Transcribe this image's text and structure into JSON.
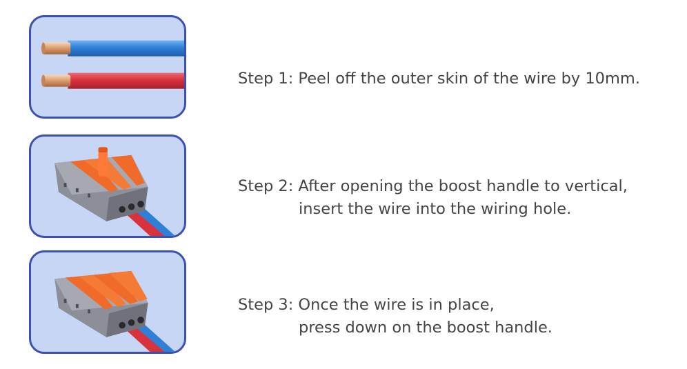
{
  "steps": [
    {
      "line1": "Step 1: Peel off the outer skin of the wire by 10mm.",
      "line2": "",
      "image": "two-stripped-wires"
    },
    {
      "line1": "Step 2: After opening the boost handle to vertical,",
      "line2": "insert the wire into the wiring hole.",
      "image": "connector-lever-open"
    },
    {
      "line1": "Step 3: Once the wire is in place,",
      "line2": "press down on the boost handle.",
      "image": "connector-lever-closed"
    }
  ],
  "colors": {
    "tile_border": "#3b50b3",
    "tile_background": "#c7d6f4",
    "wire_blue": "#2f7fd6",
    "wire_red": "#d8323c",
    "copper": "#d99a6a",
    "connector_gray": "#8c8f98",
    "lever_orange": "#f06a2a",
    "text": "#444444"
  }
}
